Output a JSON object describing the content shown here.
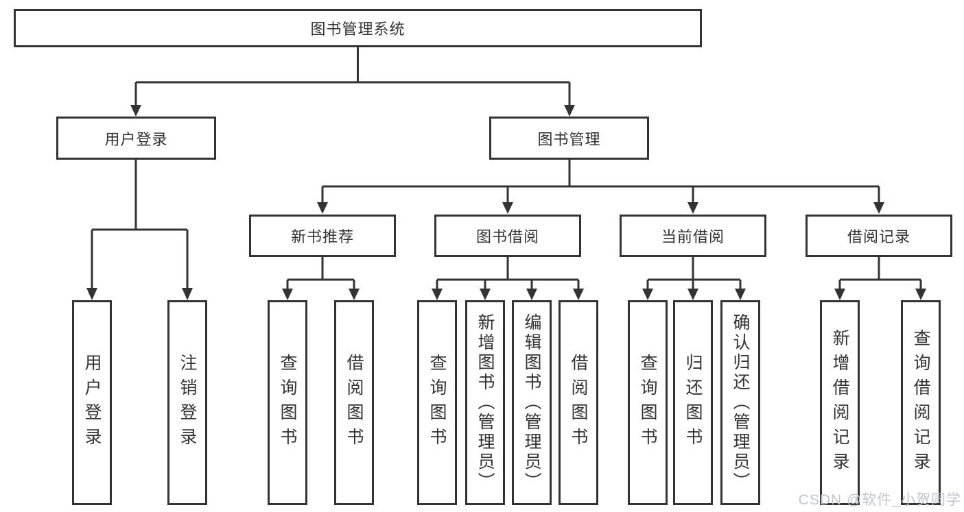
{
  "diagram": {
    "root_label": "图书管理系统",
    "level2": [
      {
        "label": "用户登录"
      },
      {
        "label": "图书管理"
      }
    ],
    "level3": [
      {
        "label": "新书推荐"
      },
      {
        "label": "图书借阅"
      },
      {
        "label": "当前借阅"
      },
      {
        "label": "借阅记录"
      }
    ],
    "leaf_groups": [
      {
        "items": [
          "用户登录",
          "注销登录"
        ]
      },
      {
        "items": [
          "查询图书",
          "借阅图书"
        ]
      },
      {
        "items": [
          "查询图书",
          "新增图书（管理员）",
          "编辑图书（管理员）",
          "借阅图书"
        ]
      },
      {
        "items": [
          "查询图书",
          "归还图书",
          "确认归还（管理员）"
        ]
      },
      {
        "items": [
          "新增借阅记录",
          "查询借阅记录"
        ]
      }
    ]
  },
  "watermark": {
    "text": "CSDN @软件_小贺同学"
  },
  "colors": {
    "line": "#333333",
    "text": "#333333",
    "box_fill": "#ffffff",
    "background": "#ffffff",
    "watermark": "#c2c6cb"
  }
}
